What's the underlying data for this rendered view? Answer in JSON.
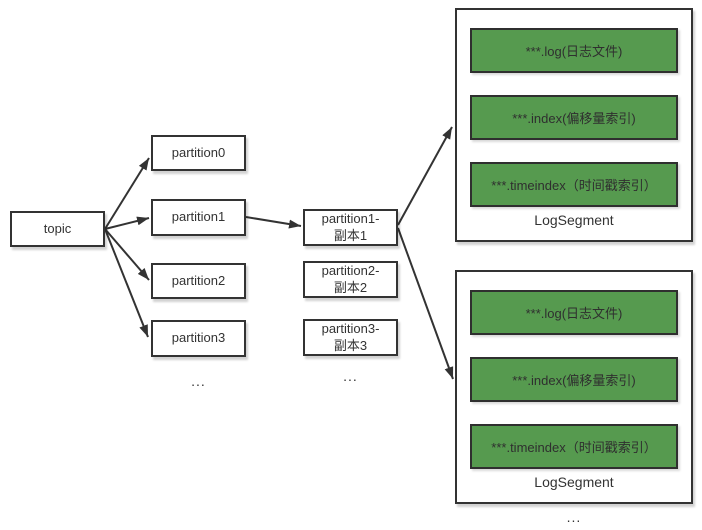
{
  "colors": {
    "file_box_fill": "#569a4f",
    "line_and_border": "#333333",
    "background": "#ffffff"
  },
  "topic": {
    "label": "topic"
  },
  "partitions": [
    {
      "label": "partition0"
    },
    {
      "label": "partition1"
    },
    {
      "label": "partition2"
    },
    {
      "label": "partition3"
    }
  ],
  "partitions_ellipsis": "...",
  "replicas": [
    {
      "line1": "partition1-",
      "line2": "副本1"
    },
    {
      "line1": "partition2-",
      "line2": "副本2"
    },
    {
      "line1": "partition3-",
      "line2": "副本3"
    }
  ],
  "replicas_ellipsis": "...",
  "log_segments": [
    {
      "files": [
        "***.log(日志文件)",
        "***.index(偏移量索引)",
        "***.timeindex（时间戳索引）"
      ],
      "label": "LogSegment"
    },
    {
      "files": [
        "***.log(日志文件)",
        "***.index(偏移量索引)",
        "***.timeindex（时间戳索引）"
      ],
      "label": "LogSegment"
    }
  ],
  "segments_ellipsis": "..."
}
